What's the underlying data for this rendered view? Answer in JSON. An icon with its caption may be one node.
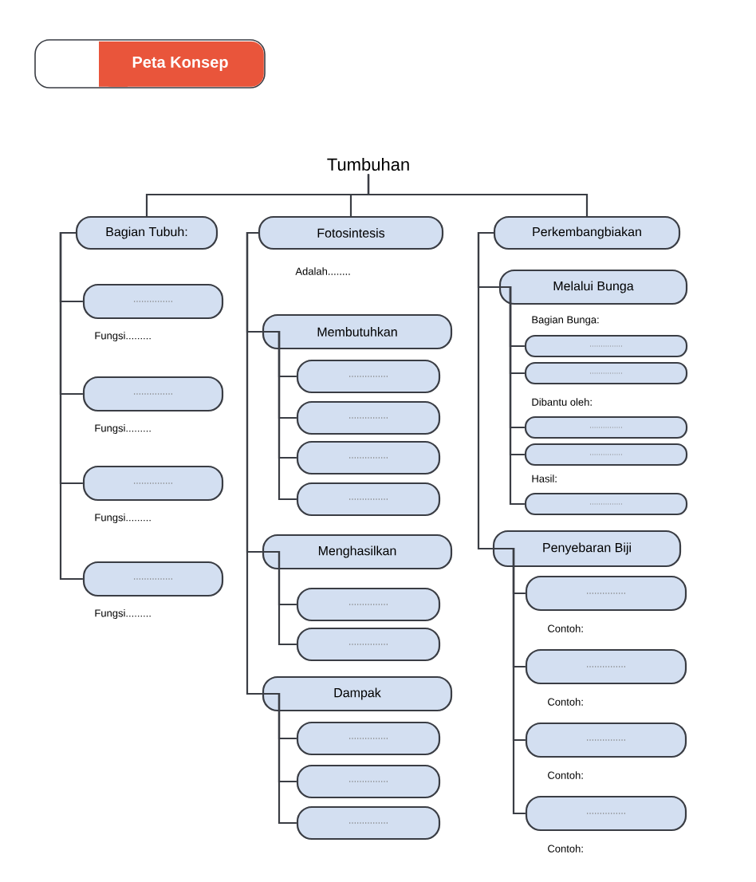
{
  "diagram": {
    "title": "Peta Konsep",
    "nodes": [
      {
        "text": [
          "Tumbuhan"
        ]
      },
      {
        "text": [
          "Bagian Tubuh:"
        ]
      },
      {
        "text": [
          "Fotosintesis"
        ],
        "beside": [
          "Adalah........"
        ]
      },
      {
        "text": [
          "Perkembangbiakan"
        ]
      },
      {
        "text": [
          "..............."
        ],
        "beside": [
          "Fungsi........."
        ]
      },
      {
        "text": [
          "..............."
        ],
        "beside": [
          "Fungsi........."
        ]
      },
      {
        "text": [
          "..............."
        ],
        "beside": [
          "Fungsi........."
        ]
      },
      {
        "text": [
          "..............."
        ],
        "beside": [
          "Fungsi........."
        ]
      },
      {
        "text": [
          "Membutuhkan"
        ]
      },
      {
        "text": [
          "..............."
        ]
      },
      {
        "text": [
          "..............."
        ]
      },
      {
        "text": [
          "..............."
        ]
      },
      {
        "text": [
          "..............."
        ]
      },
      {
        "text": [
          "Menghasilkan"
        ]
      },
      {
        "text": [
          "..............."
        ]
      },
      {
        "text": [
          "..............."
        ]
      },
      {
        "text": [
          "Dampak"
        ]
      },
      {
        "text": [
          "..............."
        ]
      },
      {
        "text": [
          "..............."
        ]
      },
      {
        "text": [
          "..............."
        ]
      },
      {
        "text": [
          "Melalui Bunga"
        ]
      },
      {
        "text": [
          "..............."
        ],
        "beside": [
          "Bagian Bunga:"
        ]
      },
      {
        "text": [
          "..............."
        ]
      },
      {
        "text": [
          "..............."
        ],
        "beside": [
          "Dibantu oleh:"
        ]
      },
      {
        "text": [
          "..............."
        ]
      },
      {
        "text": [
          "..............."
        ],
        "beside": [
          "Hasil:"
        ]
      },
      {
        "text": [
          "Penyebaran Biji"
        ]
      },
      {
        "text": [
          "..............."
        ],
        "beside": [
          "Contoh:"
        ]
      },
      {
        "text": [
          "..............."
        ],
        "beside": [
          "Contoh:"
        ]
      },
      {
        "text": [
          "..............."
        ],
        "beside": [
          "Contoh:"
        ]
      },
      {
        "text": [
          "..............."
        ],
        "beside": [
          "Contoh:"
        ]
      }
    ],
    "edges": [
      {
        "from": 0,
        "to": 1,
        "arrow": "none"
      },
      {
        "from": 0,
        "to": 2,
        "arrow": "none"
      },
      {
        "from": 0,
        "to": 3,
        "arrow": "none"
      },
      {
        "from": 1,
        "to": 4,
        "arrow": "none"
      },
      {
        "from": 1,
        "to": 5,
        "arrow": "none"
      },
      {
        "from": 1,
        "to": 6,
        "arrow": "none"
      },
      {
        "from": 1,
        "to": 7,
        "arrow": "none"
      },
      {
        "from": 2,
        "to": 8,
        "arrow": "none"
      },
      {
        "from": 2,
        "to": 13,
        "arrow": "none"
      },
      {
        "from": 2,
        "to": 16,
        "arrow": "none"
      },
      {
        "from": 8,
        "to": 9,
        "arrow": "none"
      },
      {
        "from": 8,
        "to": 10,
        "arrow": "none"
      },
      {
        "from": 8,
        "to": 11,
        "arrow": "none"
      },
      {
        "from": 8,
        "to": 12,
        "arrow": "none"
      },
      {
        "from": 13,
        "to": 14,
        "arrow": "none"
      },
      {
        "from": 13,
        "to": 15,
        "arrow": "none"
      },
      {
        "from": 16,
        "to": 17,
        "arrow": "none"
      },
      {
        "from": 16,
        "to": 18,
        "arrow": "none"
      },
      {
        "from": 16,
        "to": 19,
        "arrow": "none"
      },
      {
        "from": 3,
        "to": 20,
        "arrow": "none"
      },
      {
        "from": 3,
        "to": 26,
        "arrow": "none"
      },
      {
        "from": 20,
        "to": 21,
        "arrow": "none"
      },
      {
        "from": 20,
        "to": 22,
        "arrow": "none"
      },
      {
        "from": 20,
        "to": 23,
        "arrow": "none"
      },
      {
        "from": 20,
        "to": 24,
        "arrow": "none"
      },
      {
        "from": 20,
        "to": 25,
        "arrow": "none"
      },
      {
        "from": 26,
        "to": 27,
        "arrow": "none"
      },
      {
        "from": 26,
        "to": 28,
        "arrow": "none"
      },
      {
        "from": 26,
        "to": 29,
        "arrow": "none"
      },
      {
        "from": 26,
        "to": 30,
        "arrow": "none"
      }
    ]
  }
}
